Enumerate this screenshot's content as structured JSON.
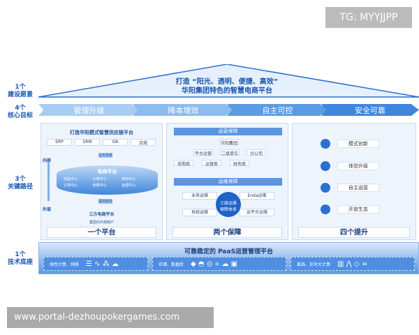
{
  "watermark": "TG: MYYJJPP",
  "footer_url": "www.portal-dezhoupokergames.com",
  "labels": [
    {
      "num": "1个",
      "text": "建设愿景"
    },
    {
      "num": "4个",
      "text": "核心目标"
    },
    {
      "num": "3个",
      "text": "关键路径"
    },
    {
      "num": "1个",
      "text": "技术底座"
    }
  ],
  "vision": {
    "line1": "打造 “阳光、透明、便捷、高效”",
    "line2": "华阳集团特色的智慧电商平台"
  },
  "goals": [
    "管理升级",
    "降本增效",
    "自主可控",
    "安全可靠"
  ],
  "col1": {
    "title": "打造华阳模式智慧供应链平台",
    "systems": [
      "ERP",
      "SRM",
      "OA",
      "合规"
    ],
    "up_arrow": "业务系统",
    "inner": "内部",
    "outer": "外部",
    "platform": "电商平台",
    "centers": [
      "商品中心",
      "价格中心",
      "库存中心",
      "订单中心",
      "结算中心",
      "运营中心"
    ],
    "down_arrow": "提供服务",
    "third": "三方电商平台",
    "users": "集团内外部用户",
    "footer": "一个平台"
  },
  "col2": {
    "ops_title": "运营保障",
    "org_root": "华阳集团",
    "org_l2": [
      "平台运营",
      "二级单位",
      "分公司"
    ],
    "org_l3": [
      "采购商",
      "运营商",
      "财务商"
    ],
    "maint_title": "运维保障",
    "maint_center": "三级运维保障体系",
    "maint_items": [
      "业务运维",
      "Enda运维",
      "系统运维",
      "云平台运维"
    ],
    "footer": "两个保障"
  },
  "col3": {
    "items": [
      "模式创新",
      "体验升级",
      "自主运营",
      "开放生态"
    ],
    "footer": "四个提升"
  },
  "base": {
    "title": "可靠稳定的 PaaS运营管理平台",
    "segments": [
      "弹性计算、网络",
      "存储、数据库",
      "离线、实时大计算"
    ]
  },
  "colors": {
    "accent": "#2d6fcf",
    "light": "#eef4fc"
  }
}
